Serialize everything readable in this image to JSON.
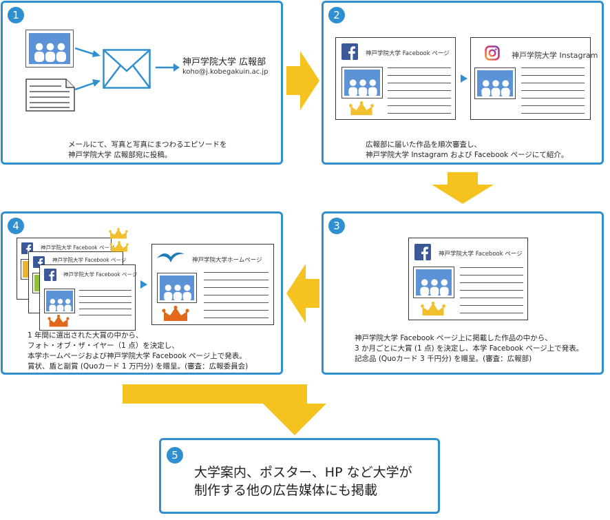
{
  "step1": {
    "number": "1",
    "recipient_name": "神戸学院大学 広報部",
    "recipient_email": "koho@j.kobegakuin.ac.jp",
    "caption": [
      "メールにて、写真と写真にまつわるエピソードを",
      "神戸学院大学 広報部宛に投稿。"
    ]
  },
  "step2": {
    "number": "2",
    "facebook_card_title": "神戸学院大学 Facebook ページ",
    "instagram_card_title": "神戸学院大学 Instagram",
    "caption": [
      "広報部に届いた作品を順次審査し、",
      "神戸学院大学 Instagram および Facebook ページにて紹介。"
    ]
  },
  "step3": {
    "number": "3",
    "facebook_card_title": "神戸学院大学 Facebook ページ",
    "caption": [
      "神戸学院大学 Facebook ページ上に掲載した作品の中から、",
      "3 か月ごとに大賞 (1 点) を決定し、本学 Facebook ページ上で発表。",
      "記念品 (Quoカード 3 千円分) を贈呈。(審査：広報部)"
    ]
  },
  "step4": {
    "number": "4",
    "card_titles": [
      "神戸学院大学 Facebook ページ",
      "神戸学院大学 Facebook ページ",
      "神戸学院大学 Facebook ページ"
    ],
    "homepage_card_title": "神戸学院大学ホームページ",
    "caption": [
      "1 年間に選出された大賞の中から、",
      "フォト・オブ・ザ・イヤー（1 点）を決定し、",
      "本学ホームページおよび神戸学院大学 Facebook ページ上で発表。",
      "賞状、盾と副賞 (Quoカード 1 万円分) を贈呈。(審査：広報委員会)"
    ]
  },
  "step5": {
    "number": "5",
    "text": [
      "大学案内、ポスター、HP など大学が",
      "制作する他の広告媒体にも掲載"
    ]
  },
  "icons": {
    "facebook": "facebook-icon",
    "instagram": "instagram-icon",
    "crown": "crown-icon",
    "bird_logo": "university-logo-icon",
    "envelope": "envelope-icon",
    "photo": "photo-icon",
    "document": "document-icon"
  },
  "colors": {
    "border_blue": "#2f8fd0",
    "arrow_yellow": "#f5c320",
    "photo_blue": "#5b93d6",
    "facebook_blue": "#3b5998",
    "crown_gold": "#f2c02f",
    "crown_orange": "#e06a1a"
  }
}
